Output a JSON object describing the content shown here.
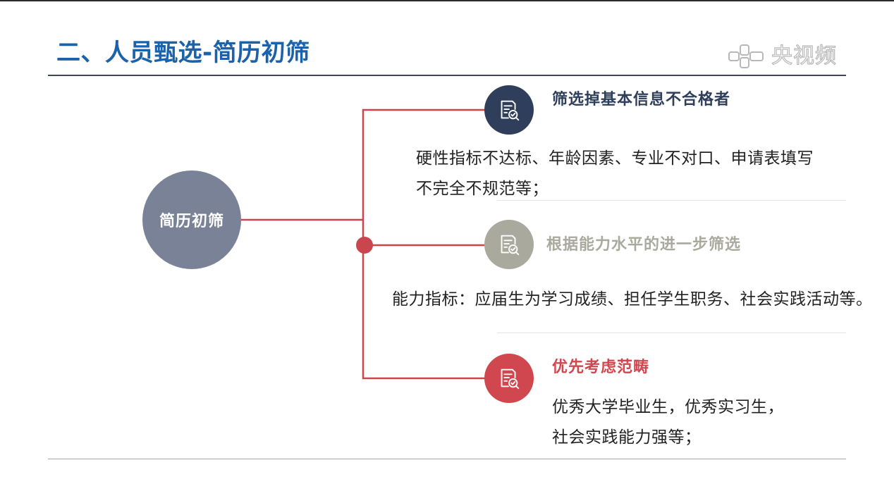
{
  "slide": {
    "title": "二、人员甄选-简历初筛",
    "watermark": "央视频",
    "center_node": "简历初筛",
    "branches": [
      {
        "heading": "筛选掉基本信息不合格者",
        "lines": [
          "硬性指标不达标、年龄因素、专业不对口、申请表填写",
          "不完全不规范等；"
        ],
        "icon": "document-search-icon"
      },
      {
        "heading": "根据能力水平的进一步筛选",
        "lines": [
          "能力指标：应届生为学习成绩、担任学生职务、社会实践活动等。"
        ],
        "icon": "document-search-icon"
      },
      {
        "heading": "优先考虑范畴",
        "lines": [
          "优秀大学毕业生，优秀实习生，",
          "社会实践能力强等；"
        ],
        "icon": "document-search-icon"
      }
    ]
  },
  "colors": {
    "title": "#1b62ad",
    "connector": "#c9464e",
    "center_node": "#7a8298",
    "branch_1": "#2f3e5a",
    "branch_2": "#a9a99d",
    "branch_3": "#d0474f"
  }
}
